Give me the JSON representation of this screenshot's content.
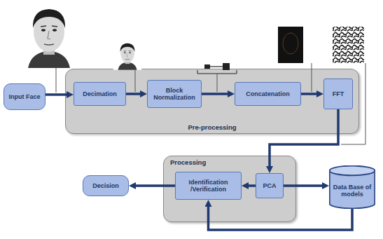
{
  "diagram": {
    "nodes": [
      {
        "text": [
          "Input Face"
        ]
      },
      {
        "text": [
          "Pre-processing"
        ]
      },
      {
        "text": [
          "Decimation"
        ],
        "in": 1
      },
      {
        "text": [
          "Block Normalization"
        ],
        "in": 1
      },
      {
        "text": [
          "Concatenation"
        ],
        "in": 1
      },
      {
        "text": [
          "FFT"
        ],
        "in": 1
      },
      {
        "text": [
          "Processing"
        ]
      },
      {
        "text": [
          "Identification /Verification"
        ],
        "in": 6
      },
      {
        "text": [
          "PCA"
        ],
        "in": 6
      },
      {
        "text": [
          "Decision"
        ]
      },
      {
        "text": [
          "Data Base of models"
        ]
      }
    ],
    "edges": [
      {
        "from": 0,
        "to": 2,
        "arrow": "to"
      },
      {
        "from": 2,
        "to": 3,
        "arrow": "to"
      },
      {
        "from": 3,
        "to": 4,
        "arrow": "to"
      },
      {
        "from": 4,
        "to": 5,
        "arrow": "to"
      },
      {
        "from": 5,
        "to": 8,
        "arrow": "to"
      },
      {
        "from": 8,
        "to": 7,
        "arrow": "to"
      },
      {
        "from": 7,
        "to": 9,
        "arrow": "to"
      },
      {
        "from": 8,
        "to": 10,
        "arrow": "to"
      },
      {
        "from": 10,
        "to": 7,
        "arrow": "to"
      }
    ]
  }
}
